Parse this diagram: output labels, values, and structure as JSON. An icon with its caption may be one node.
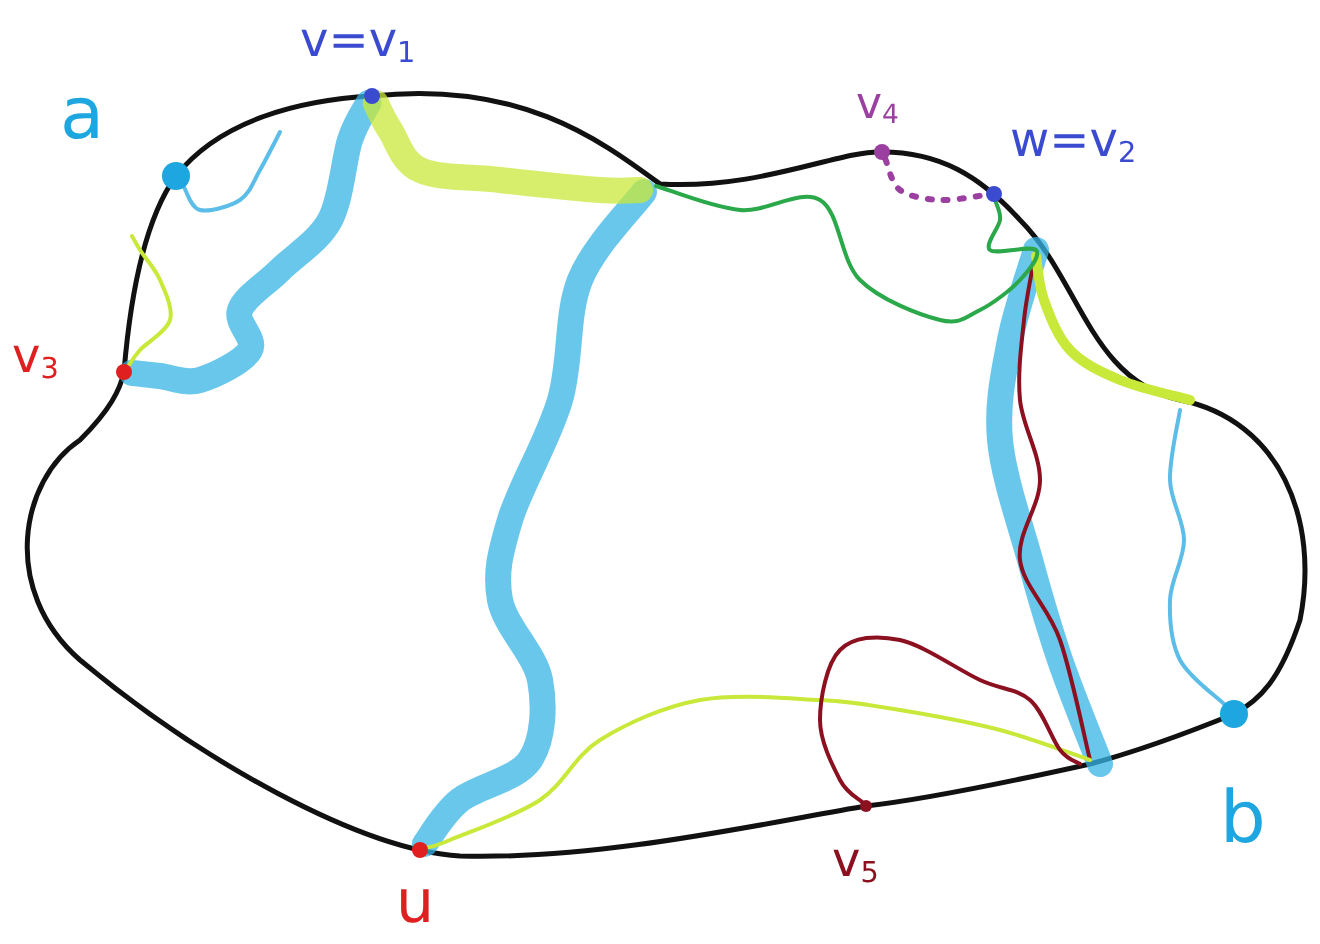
{
  "diagram": {
    "nodes": [
      {
        "text": [
          "a"
        ]
      },
      {
        "text": [
          "v=v$_{1}$"
        ]
      },
      {
        "text": [
          "v$_{4}$"
        ]
      },
      {
        "text": [
          "w=v$_{2}$"
        ]
      },
      {
        "text": [
          "v$_{3}$"
        ]
      },
      {
        "text": [
          "b"
        ]
      },
      {
        "text": [
          "u"
        ]
      },
      {
        "text": [
          "v$_{5}$"
        ]
      }
    ],
    "edges": [
      {
        "from": 1,
        "to": 4,
        "arrow": "none",
        "style": "thick",
        "color": "#38b4e6"
      },
      {
        "from": 2,
        "to": 3,
        "arrow": "none",
        "style": "dashed",
        "color": "#9b3fa0"
      },
      {
        "from": 0,
        "to": null,
        "arrow": "none",
        "color": "#5bbde8"
      },
      {
        "from": null,
        "to": 5,
        "arrow": "none",
        "color": "#5bbde8"
      },
      {
        "from": 6,
        "to": null,
        "arrow": "none",
        "style": "thick",
        "color": "#38b4e6"
      },
      {
        "from": 6,
        "to": null,
        "arrow": "none",
        "color": "#c8e83a"
      },
      {
        "from": 1,
        "to": null,
        "arrow": "none",
        "style": "thick",
        "color": "#c8e83a"
      },
      {
        "from": 3,
        "to": null,
        "arrow": "none",
        "color": "#2aa84a"
      },
      {
        "from": 7,
        "to": null,
        "arrow": "none",
        "color": "#8b1020"
      },
      {
        "from": 4,
        "to": null,
        "arrow": "none",
        "color": "#c8e83a"
      }
    ]
  }
}
